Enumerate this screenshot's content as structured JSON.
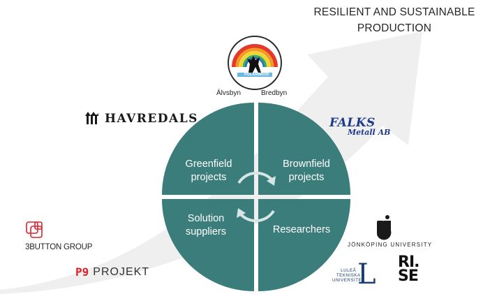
{
  "title_lines": [
    "RESILIENT AND SUSTAINABLE",
    "PRODUCTION"
  ],
  "quadrants": {
    "top_left": [
      "Greenfield",
      "projects"
    ],
    "top_right": [
      "Brownfield",
      "projects"
    ],
    "bottom_left": [
      "Solution",
      "suppliers"
    ],
    "bottom_right": "Researchers"
  },
  "polarbrod": {
    "text": "POLARBRÖD",
    "sites": [
      "Älvsbyn",
      "Bredbyn"
    ]
  },
  "logos": {
    "havredals": "HAVREDALS",
    "falks_top": "FALKS",
    "falks_bottom": "Metall AB",
    "threebutton": "3BUTTON GROUP",
    "p9_mark": "P9",
    "p9_text": "PROJEKT",
    "jonkoping": "JÖNKÖPING UNIVERSITY",
    "ltu_lines": [
      "LULEÅ",
      "TEKNISKA",
      "UNIVERSITET"
    ],
    "ltu_letter": "L",
    "rise_lines": [
      "RI.",
      "SE"
    ]
  },
  "colors": {
    "teal": "#3b7d7a",
    "arrow": "#eeeeee",
    "p9_red": "#e2202a",
    "falks_blue": "#1f3c8c"
  }
}
